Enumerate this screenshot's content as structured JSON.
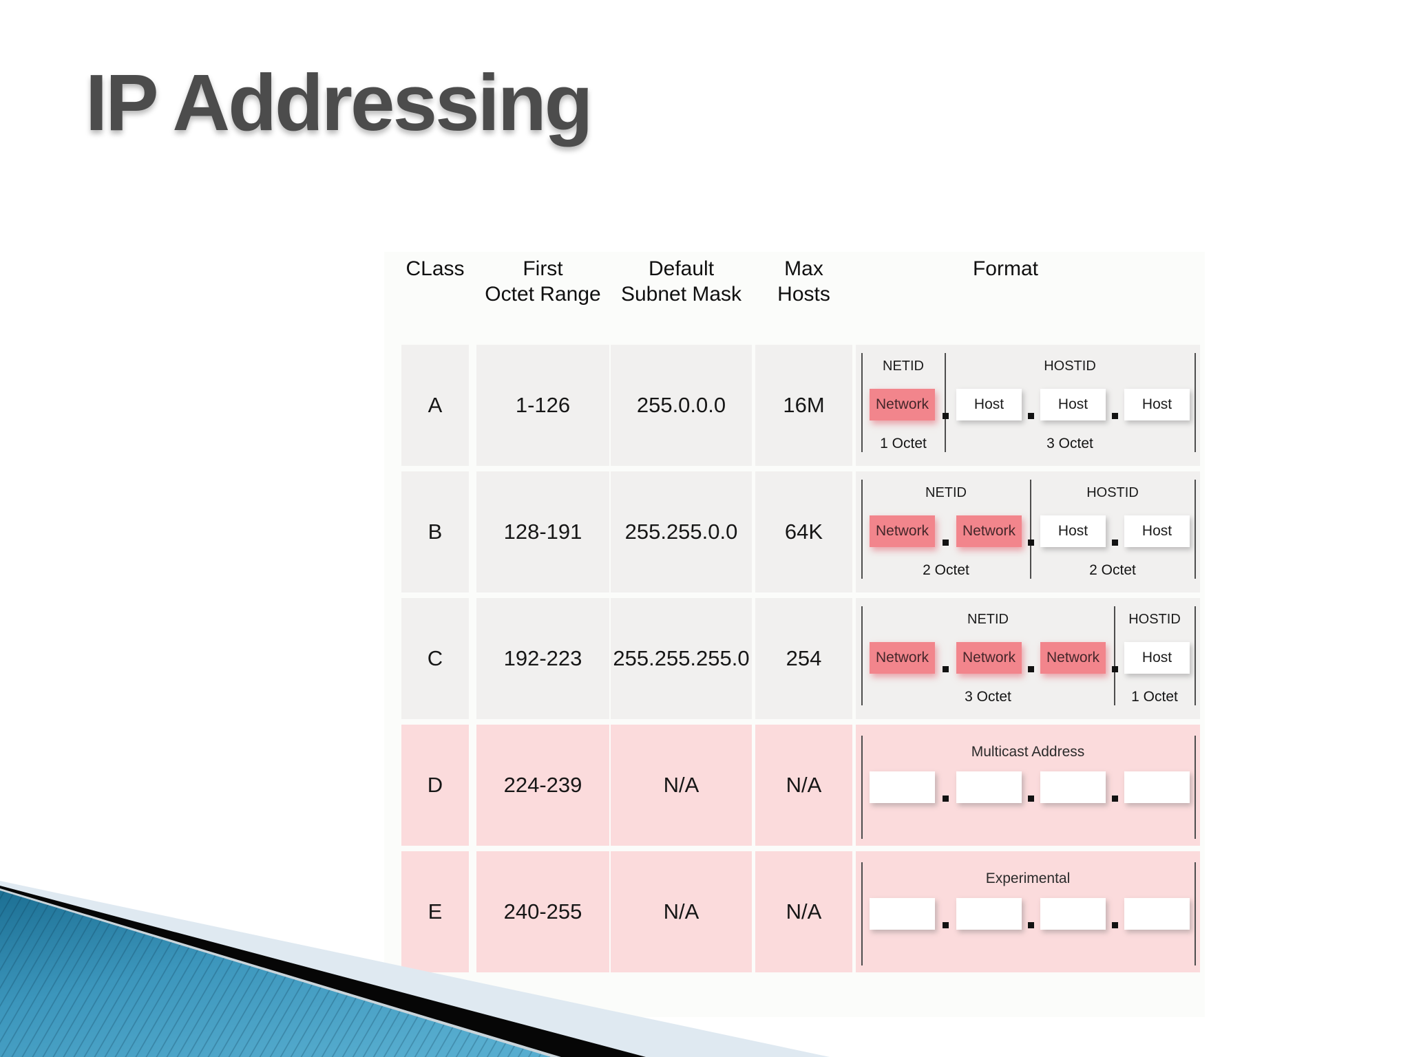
{
  "slide": {
    "title": "IP Addressing"
  },
  "table": {
    "headers": [
      {
        "line1": "CLass",
        "line2": ""
      },
      {
        "line1": "First",
        "line2": "Octet Range"
      },
      {
        "line1": "Default",
        "line2": "Subnet Mask"
      },
      {
        "line1": "Max Hosts",
        "line2": ""
      },
      {
        "line1": "Format",
        "line2": ""
      }
    ],
    "rows": [
      {
        "class": "A",
        "first_octet_range": "1-126",
        "default_subnet_mask": "255.0.0.0",
        "max_hosts": "16M",
        "format": {
          "netid_label": "NETID",
          "hostid_label": "HOSTID",
          "boxes": [
            "Network",
            "Host",
            "Host",
            "Host"
          ],
          "netid_caption": "1 Octet",
          "hostid_caption": "3 Octet"
        }
      },
      {
        "class": "B",
        "first_octet_range": "128-191",
        "default_subnet_mask": "255.255.0.0",
        "max_hosts": "64K",
        "format": {
          "netid_label": "NETID",
          "hostid_label": "HOSTID",
          "boxes": [
            "Network",
            "Network",
            "Host",
            "Host"
          ],
          "netid_caption": "2 Octet",
          "hostid_caption": "2 Octet"
        }
      },
      {
        "class": "C",
        "first_octet_range": "192-223",
        "default_subnet_mask": "255.255.255.0",
        "max_hosts": "254",
        "format": {
          "netid_label": "NETID",
          "hostid_label": "HOSTID",
          "boxes": [
            "Network",
            "Network",
            "Network",
            "Host"
          ],
          "netid_caption": "3 Octet",
          "hostid_caption": "1 Octet"
        }
      },
      {
        "class": "D",
        "first_octet_range": "224-239",
        "default_subnet_mask": "N/A",
        "max_hosts": "N/A",
        "format": {
          "label": "Multicast Address",
          "boxes": [
            "",
            "",
            "",
            ""
          ]
        }
      },
      {
        "class": "E",
        "first_octet_range": "240-255",
        "default_subnet_mask": "N/A",
        "max_hosts": "N/A",
        "format": {
          "label": "Experimental",
          "boxes": [
            "",
            "",
            "",
            ""
          ]
        }
      }
    ]
  },
  "colors": {
    "title_text": "#4c4c4c",
    "row_gray": "#f1f0ef",
    "row_pink": "#fbdbdc",
    "network_box": "#f2858c",
    "host_box": "#ffffff",
    "divider_line": "#4d4d4d",
    "footer_pale_blue": "#dfe9f1",
    "footer_black": "#060606",
    "footer_teal_dark": "#1c6f93",
    "footer_teal_light": "#57adcf"
  }
}
